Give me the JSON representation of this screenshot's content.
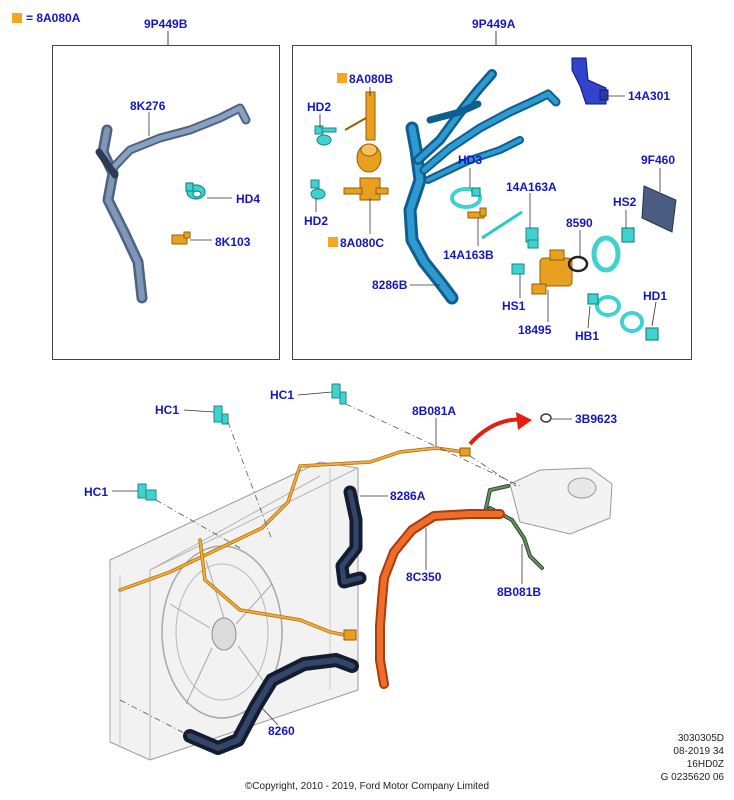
{
  "legend": {
    "swatch_color": "#f5a623",
    "text": "= 8A080A"
  },
  "groups": {
    "left": "9P449B",
    "right": "9P449A"
  },
  "labels": {
    "l_8K276": "8K276",
    "l_HD4": "HD4",
    "l_8K103": "8K103",
    "r_8A080B": "8A080B",
    "r_HD2_top": "HD2",
    "r_HD2_bottom": "HD2",
    "r_8A080C": "8A080C",
    "r_HD3": "HD3",
    "r_14A163A": "14A163A",
    "r_14A163B": "14A163B",
    "r_14A301": "14A301",
    "r_9F460": "9F460",
    "r_8590": "8590",
    "r_HS2": "HS2",
    "r_HS1": "HS1",
    "r_18495": "18495",
    "r_HB1": "HB1",
    "r_HD1": "HD1",
    "r_8286B": "8286B",
    "b_HC1_a": "HC1",
    "b_HC1_b": "HC1",
    "b_HC1_c": "HC1",
    "b_8B081A": "8B081A",
    "b_3B9623": "3B9623",
    "b_8286A": "8286A",
    "b_8C350": "8C350",
    "b_8B081B": "8B081B",
    "b_8260": "8260"
  },
  "info": {
    "line1": "3030305D",
    "line2": "08-2019 34",
    "line3": "16HD0Z",
    "line4": "G 0235620 06"
  },
  "copyright": "©Copyright, 2010 - 2019, Ford Motor Company Limited",
  "colors": {
    "label": "#1515c8",
    "orange_part": "#e8a020",
    "teal_part": "#2ec8c8",
    "blue_hose": "#1f7fbf",
    "grey_hose": "#6f86a8",
    "dark_hose": "#1d2a44",
    "red_hose": "#e25a1c",
    "green_hose": "#3f6a3c",
    "arrow": "#e02010"
  }
}
